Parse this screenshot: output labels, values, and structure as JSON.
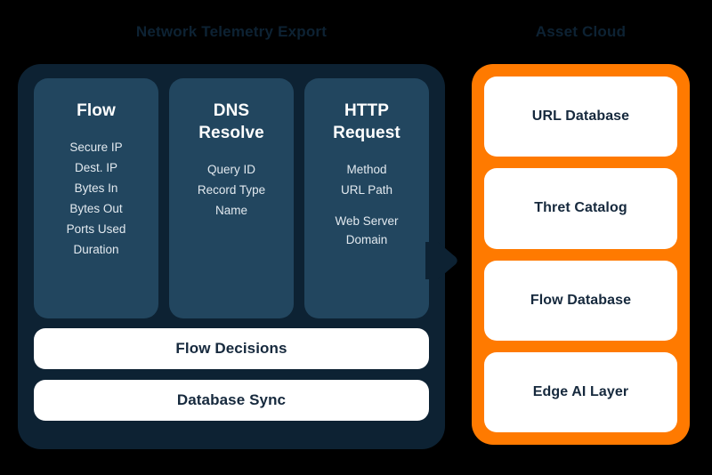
{
  "diagram": {
    "background_color": "#000000",
    "left_panel": {
      "title": "Network Telemetry Export",
      "panel_color": "#0d2233",
      "card_color": "#22465f",
      "columns": [
        {
          "title": "Flow",
          "items": [
            "Secure IP",
            "Dest. IP",
            "Bytes In",
            "Bytes Out",
            "Ports Used",
            "Duration"
          ]
        },
        {
          "title": "DNS Resolve",
          "items": [
            "Query ID",
            "Record Type",
            "Name"
          ]
        },
        {
          "title": "HTTP Request",
          "items": [
            "Method",
            "URL Path",
            "Web Server\nDomain"
          ]
        }
      ],
      "bars": [
        {
          "label": "Flow Decisions"
        },
        {
          "label": "Database Sync"
        }
      ],
      "connector": {
        "name": "arrow-right",
        "color": "#0d2233"
      }
    },
    "right_panel": {
      "title": "Asset Cloud",
      "panel_color": "#FF7A00",
      "card_color": "#FFFFFF",
      "cards": [
        {
          "label": "URL Database"
        },
        {
          "label": "Thret Catalog"
        },
        {
          "label": "Flow Database"
        },
        {
          "label": "Edge AI Layer"
        }
      ]
    },
    "text_colors": {
      "title": "#0d2233",
      "column_title": "#FFFFFF",
      "column_item": "#E2E9EF",
      "card_label": "#16293D"
    }
  }
}
